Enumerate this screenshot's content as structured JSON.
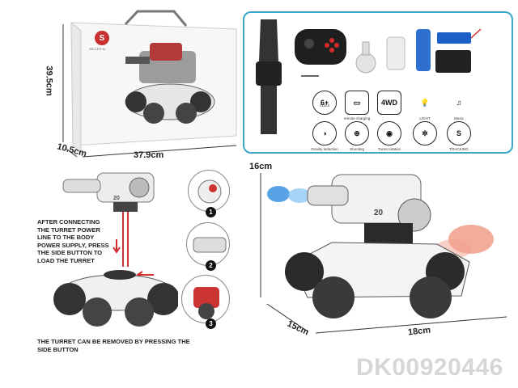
{
  "box": {
    "height_label": "39.5cm",
    "depth_label": "10.5cm",
    "width_label": "37.9cm",
    "brand_mark": "S",
    "brand_text": "SELLER·M"
  },
  "accessories_panel": {
    "features": [
      {
        "icon": "age-icon",
        "text": "6+",
        "label": "AGES"
      },
      {
        "icon": "battery-icon",
        "text": "",
        "label": "remote charging"
      },
      {
        "icon": "4wd-icon",
        "text": "4WD",
        "label": ""
      },
      {
        "icon": "light-icon",
        "text": "",
        "label": "LIGHT"
      },
      {
        "icon": "music-icon",
        "text": "",
        "label": "Music"
      },
      {
        "icon": "gravity-icon",
        "text": "",
        "label": "Gravity induction"
      },
      {
        "icon": "target-icon",
        "text": "",
        "label": "Shooting"
      },
      {
        "icon": "turret-icon",
        "text": "",
        "label": "Turret rotation"
      },
      {
        "icon": "spray-icon",
        "text": "",
        "label": ""
      },
      {
        "icon": "tracking-icon",
        "text": "",
        "label": "TRACKING"
      }
    ]
  },
  "turret_note": "AFTER CONNECTING THE TURRET POWER LINE TO THE BODY POWER SUPPLY, PRESS THE SIDE BUTTON TO LOAD THE TURRET",
  "removal_note": "THE TURRET CAN BE REMOVED BY PRESSING THE SIDE BUTTON",
  "steps": [
    "1",
    "2",
    "3"
  ],
  "product": {
    "height_label": "16cm",
    "depth_label": "15cm",
    "length_label": "18cm",
    "turret_number": "20"
  },
  "sku": "DK00920446",
  "colors": {
    "panel_border": "#3aa7c9",
    "accent_red": "#d42a2a",
    "water_blue": "#2f8be0"
  }
}
